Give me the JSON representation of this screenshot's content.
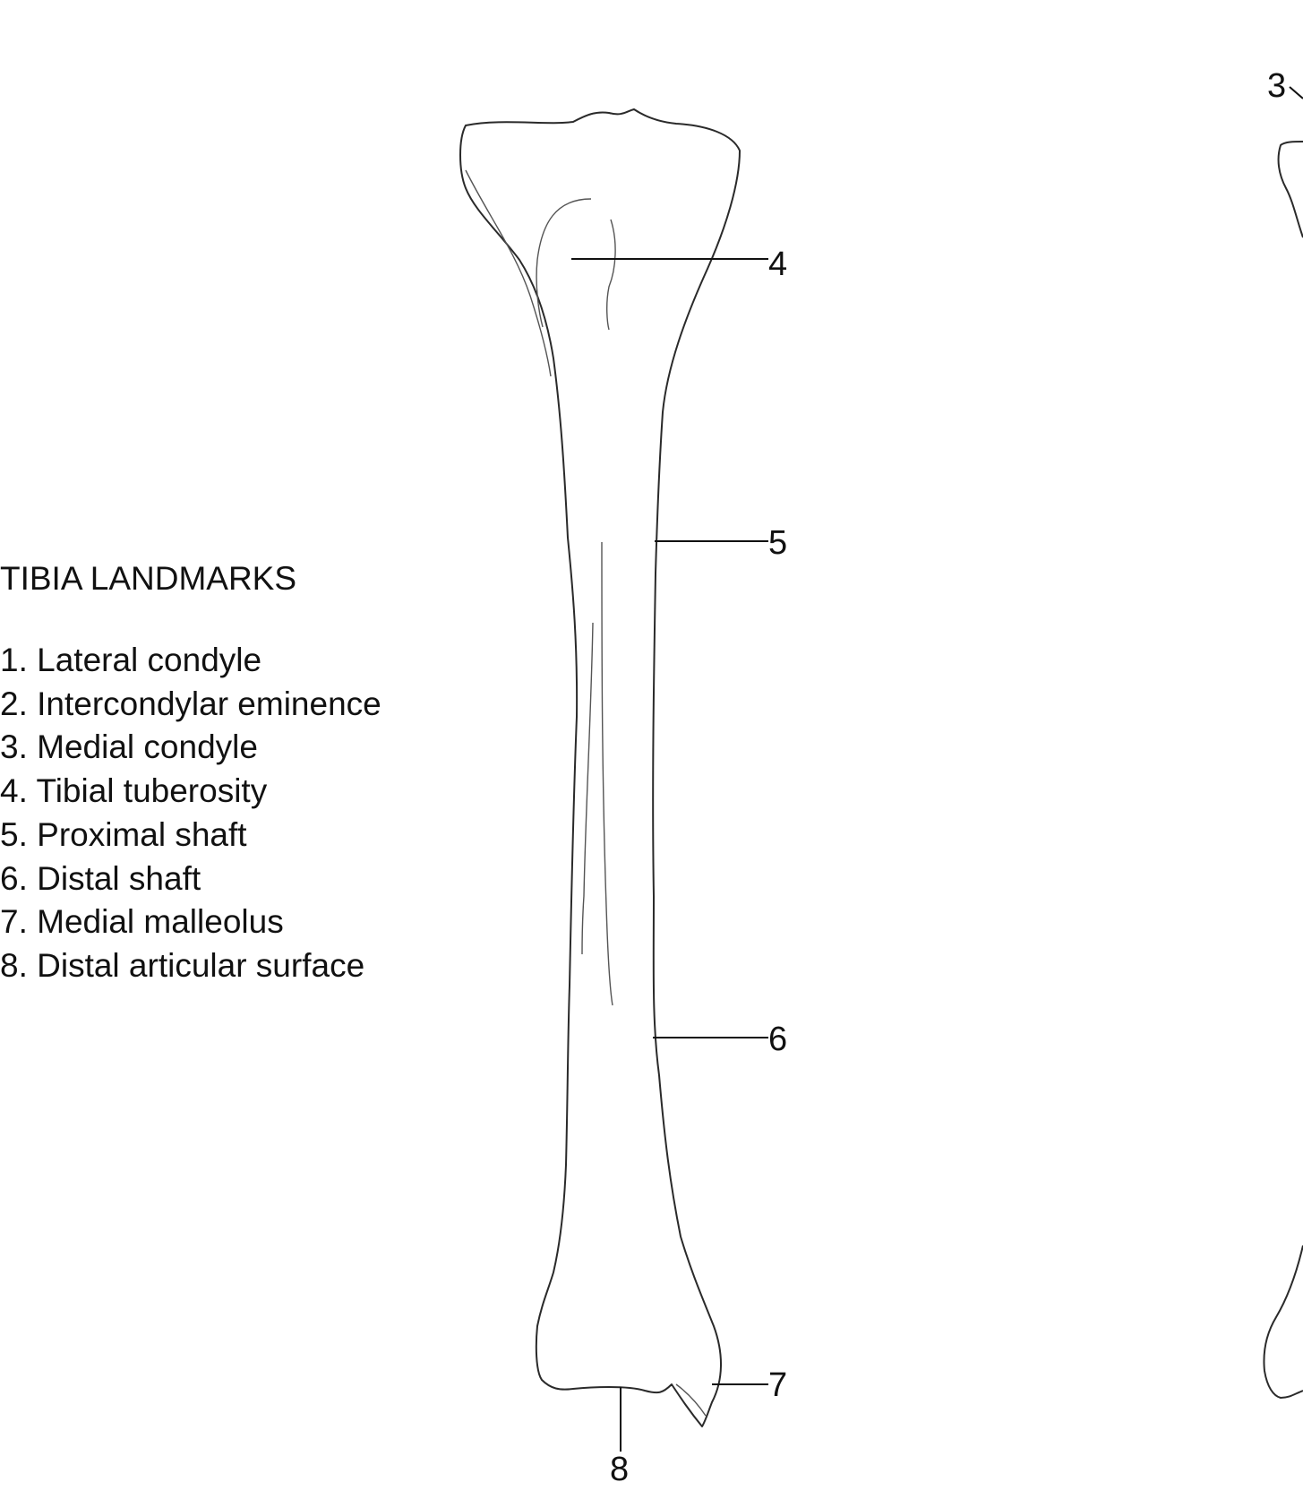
{
  "legend": {
    "title": "TIBIA LANDMARKS",
    "items": [
      "1. Lateral condyle",
      "2. Intercondylar eminence",
      "3. Medial condyle",
      "4. Tibial tuberosity",
      "5. Proximal shaft",
      "6. Distal shaft",
      "7. Medial malleolus",
      "8. Distal articular surface"
    ]
  },
  "callouts": {
    "c3": "3",
    "c4": "4",
    "c5": "5",
    "c6": "6",
    "c7": "7",
    "c8": "8"
  }
}
